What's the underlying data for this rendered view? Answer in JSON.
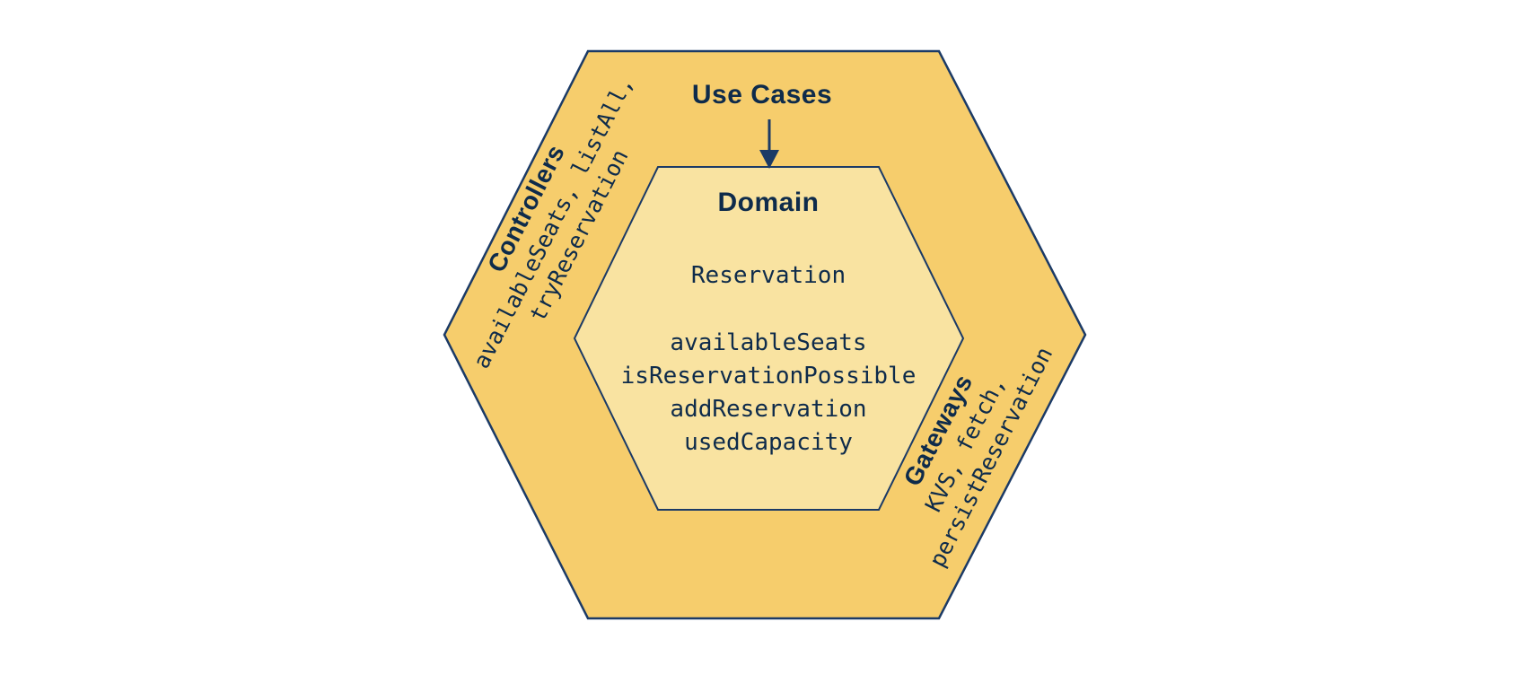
{
  "diagram": {
    "type": "hexagonal-architecture",
    "outer_hexagon": {
      "label": "Use Cases"
    },
    "inner_hexagon": {
      "label": "Domain",
      "entity": "Reservation",
      "methods": [
        "availableSeats",
        "isReservationPossible",
        "addReservation",
        "usedCapacity"
      ]
    },
    "left_adapter": {
      "label": "Controllers",
      "functions_line1": "availableSeats, listAll,",
      "functions_line2": "tryReservation"
    },
    "right_adapter": {
      "label": "Gateways",
      "functions_line1": "KVS, fetch,",
      "functions_line2": "persistReservation"
    },
    "colors": {
      "outer_fill": "#F6CD6C",
      "inner_fill": "#F9E3A1",
      "border": "#1B3A66",
      "arrow": "#1B3A66",
      "text": "#0E2B4B"
    }
  }
}
